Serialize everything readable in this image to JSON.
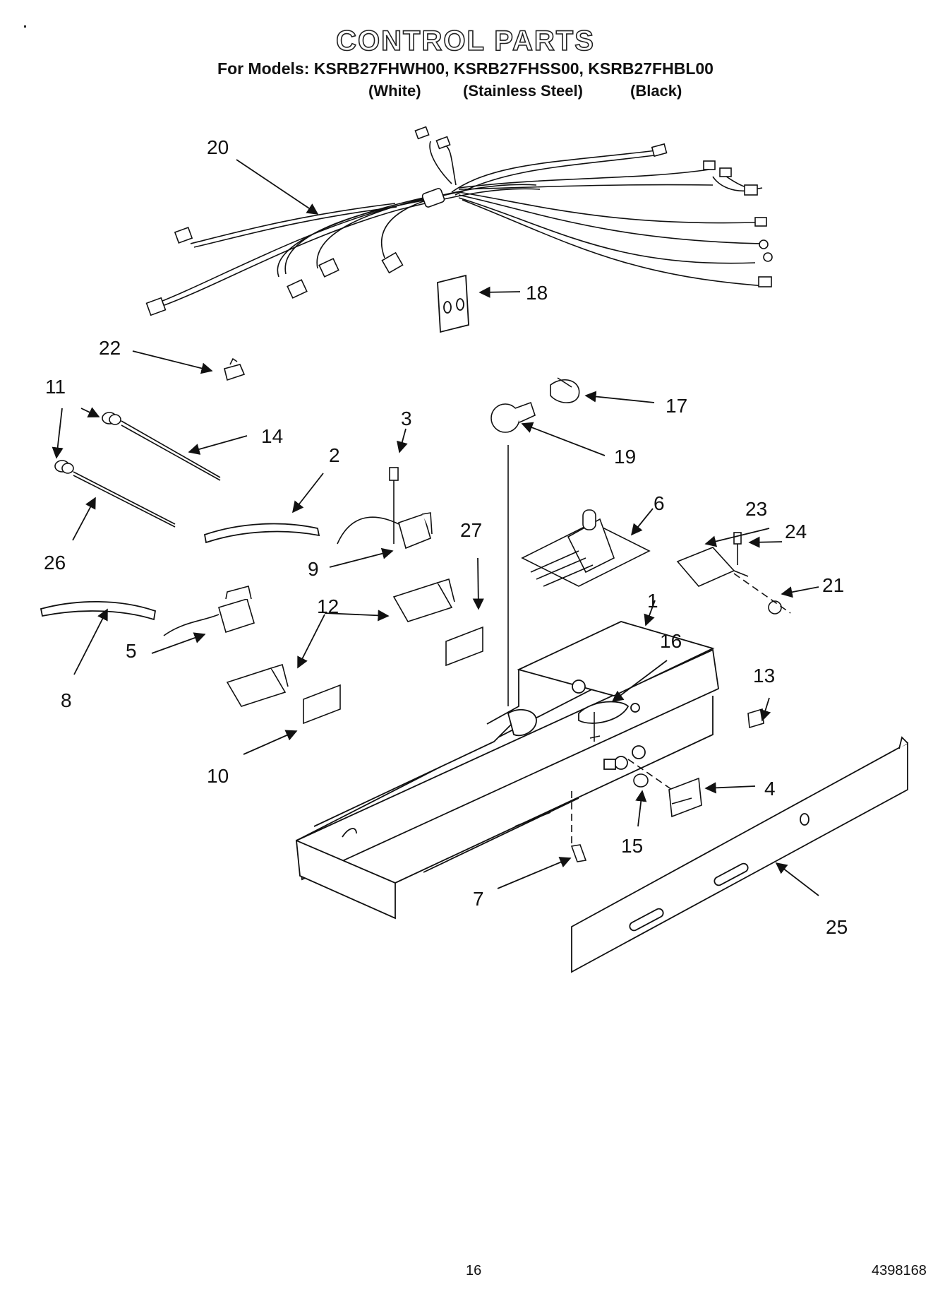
{
  "header": {
    "title": "CONTROL PARTS",
    "models_line": "For Models: KSRB27FHWH00, KSRB27FHSS00, KSRB27FHBL00",
    "variants": [
      "(White)",
      "(Stainless Steel)",
      "(Black)"
    ]
  },
  "callouts": [
    "20",
    "18",
    "22",
    "11",
    "14",
    "3",
    "17",
    "19",
    "2",
    "26",
    "9",
    "6",
    "23",
    "24",
    "27",
    "21",
    "1",
    "12",
    "16",
    "5",
    "8",
    "13",
    "10",
    "4",
    "15",
    "7",
    "25"
  ],
  "footer": {
    "page_number": "16",
    "doc_number": "4398168"
  }
}
